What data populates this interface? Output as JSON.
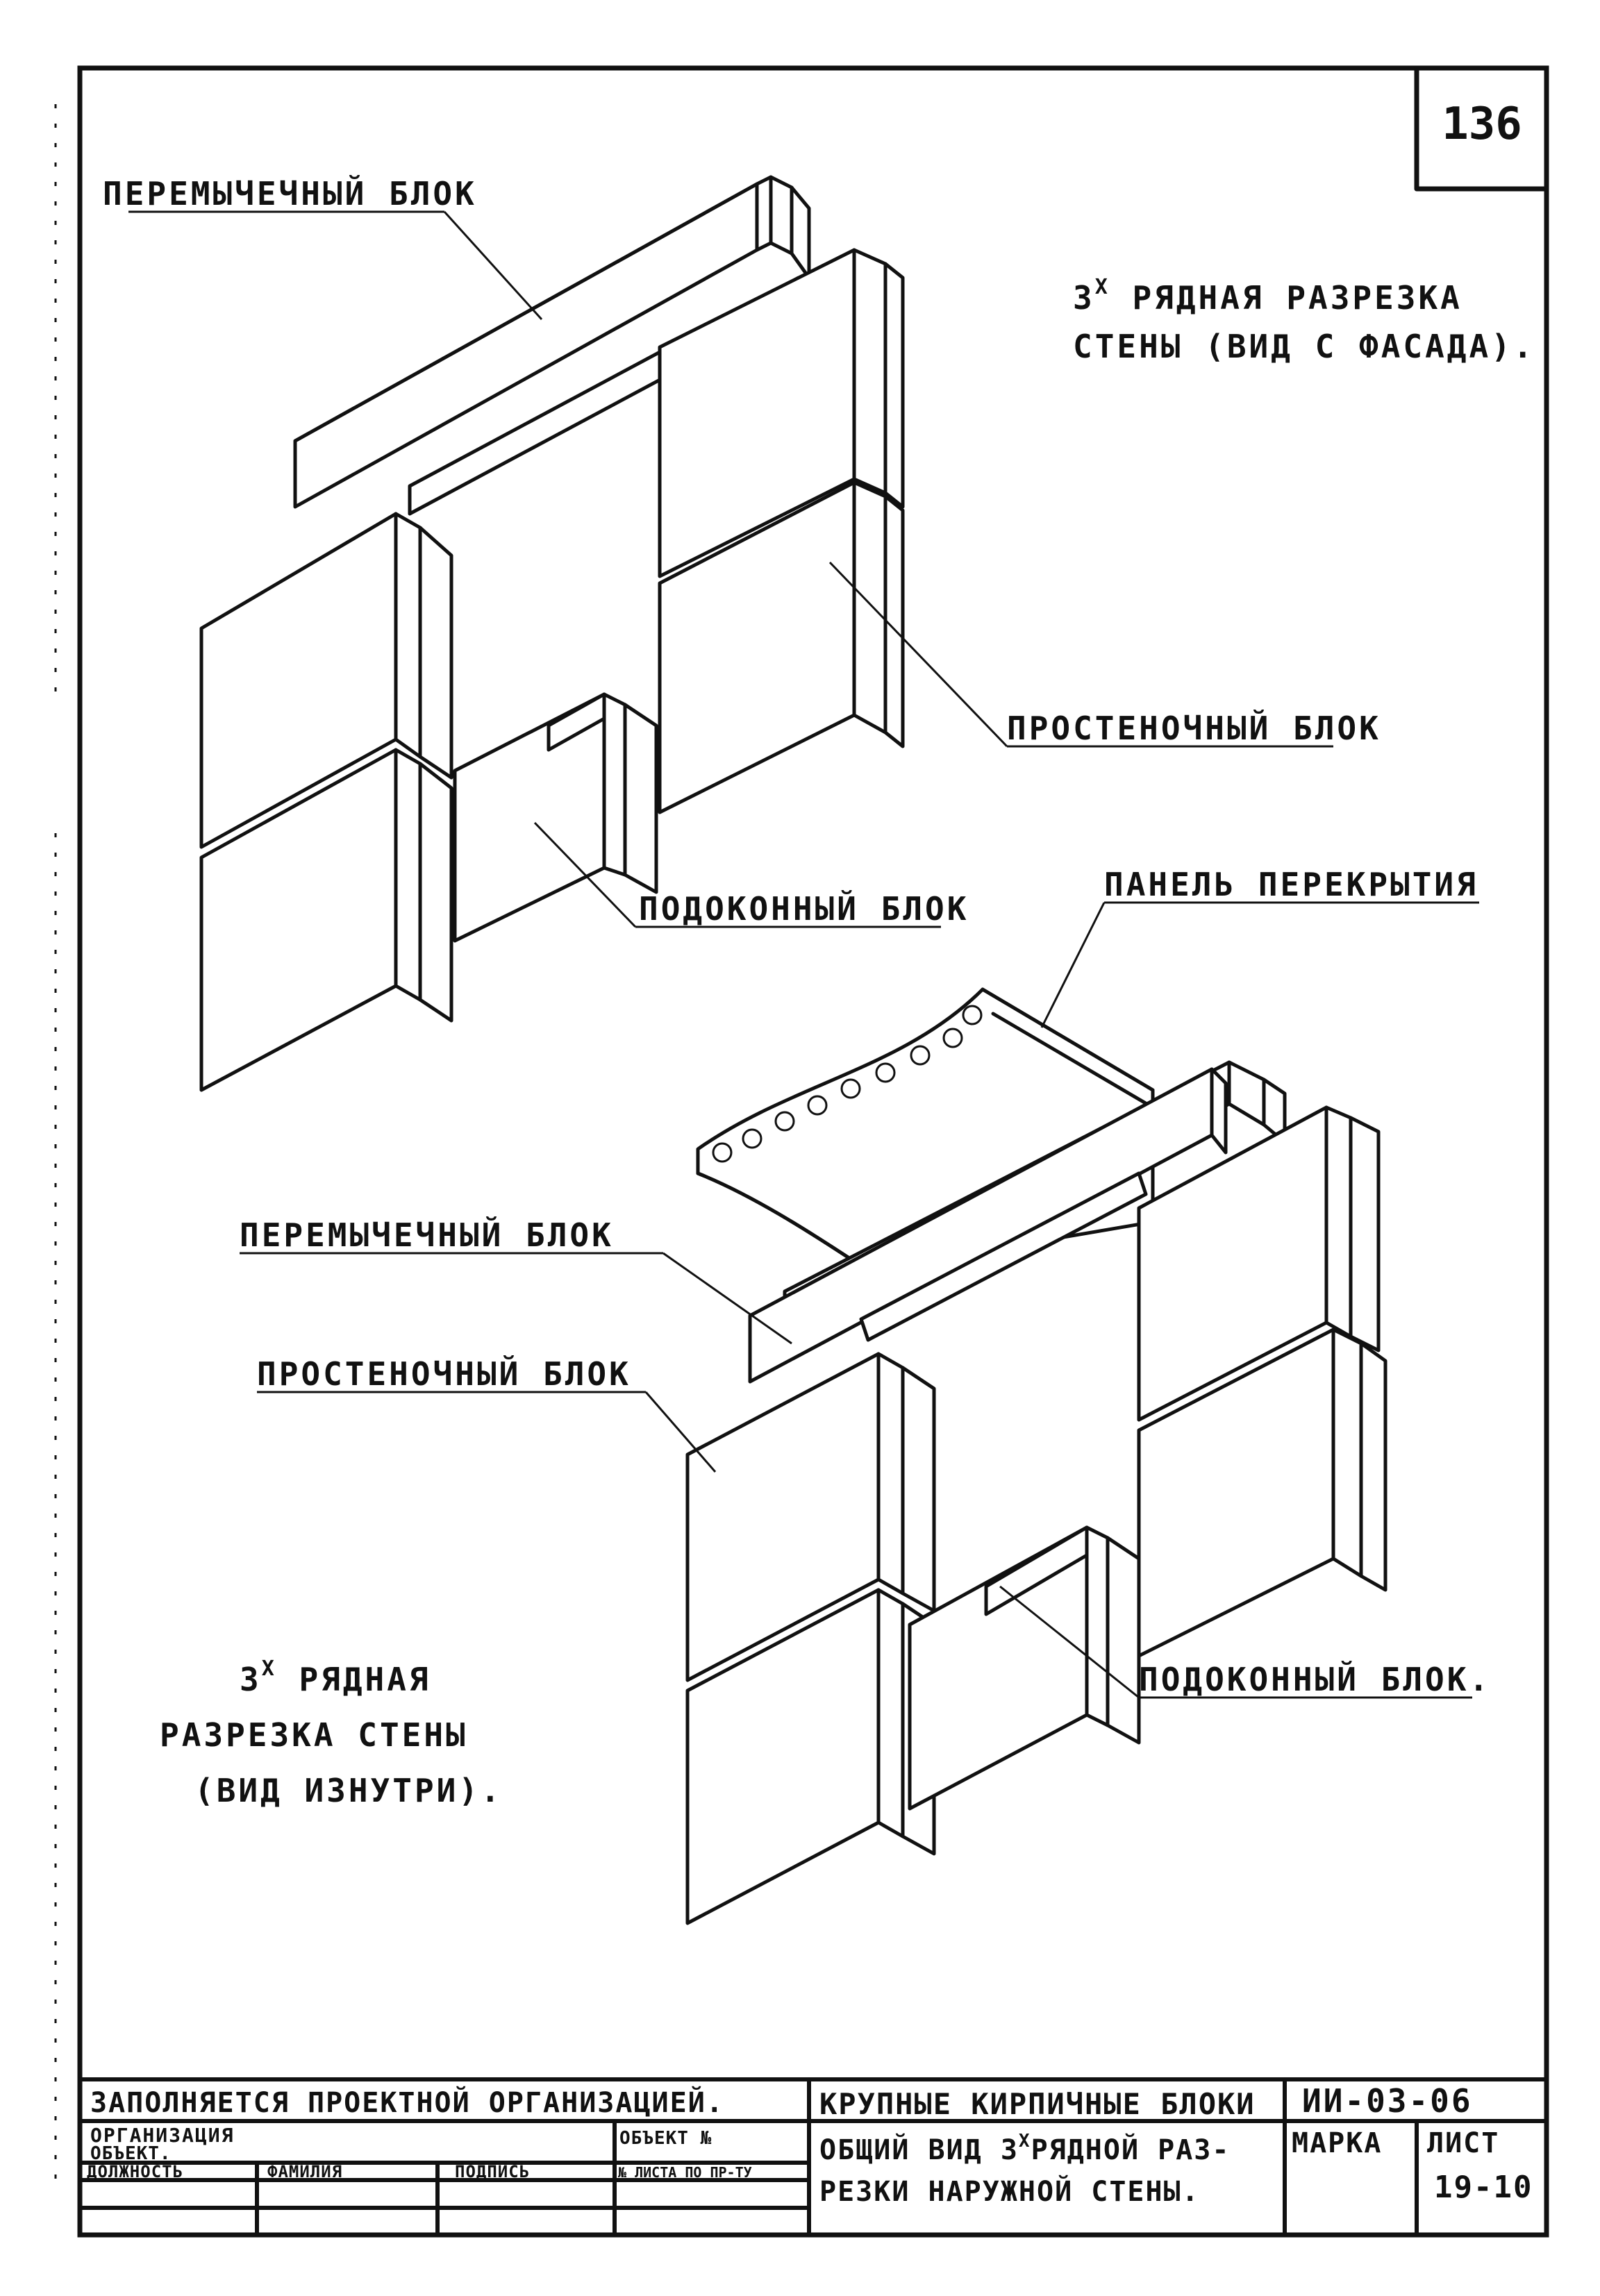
{
  "sheet_number": "136",
  "top_view": {
    "title_line1": "3",
    "title_sup": "Х",
    "title_line1_rest": " РЯДНАЯ РАЗРЕЗКА",
    "title_line2": "СТЕНЫ (ВИД С ФАСАДА).",
    "label_lintel": "ПЕРЕМЫЧЕЧНЫЙ БЛОК",
    "label_pier": "ПРОСТЕНОЧНЫЙ БЛОК",
    "label_sill": "ПОДОКОННЫЙ БЛОК"
  },
  "bottom_view": {
    "title_line1": "3",
    "title_sup": "Х",
    "title_line1_rest": " РЯДНАЯ",
    "title_line2": "РАЗРЕЗКА СТЕНЫ",
    "title_line3": "(ВИД ИЗНУТРИ).",
    "label_floor_panel": "ПАНЕЛЬ ПЕРЕКРЫТИЯ",
    "label_lintel": "ПЕРЕМЫЧЕЧНЫЙ БЛОК",
    "label_pier": "ПРОСТЕНОЧНЫЙ БЛОК",
    "label_sill": "ПОДОКОННЫЙ БЛОК."
  },
  "title_block": {
    "filled_by": "ЗАПОЛНЯЕТСЯ ПРОЕКТНОЙ ОРГАНИЗАЦИЕЙ.",
    "organization": "ОРГАНИЗАЦИЯ",
    "object": "ОБЪЕКТ.",
    "object_no": "ОБЪЕКТ №",
    "position": "ДОЛЖНОСТЬ",
    "surname": "ФАМИЛИЯ",
    "signature": "ПОДПИСЬ",
    "sheet_in_project": "№ ЛИСТА ПО ПР-ТУ",
    "product_title": "КРУПНЫЕ КИРПИЧНЫЕ БЛОКИ",
    "series": "ИИ-03-06",
    "drawing_title_line1": "ОБЩИЙ ВИД 3",
    "drawing_title_sup": "Х",
    "drawing_title_line1_rest": "РЯДНОЙ РАЗ-",
    "drawing_title_line2": "РЕЗКИ НАРУЖНОЙ СТЕНЫ.",
    "mark_label": "МАРКА",
    "sheet_label": "ЛИСТ",
    "sheet_value": "19-10"
  }
}
